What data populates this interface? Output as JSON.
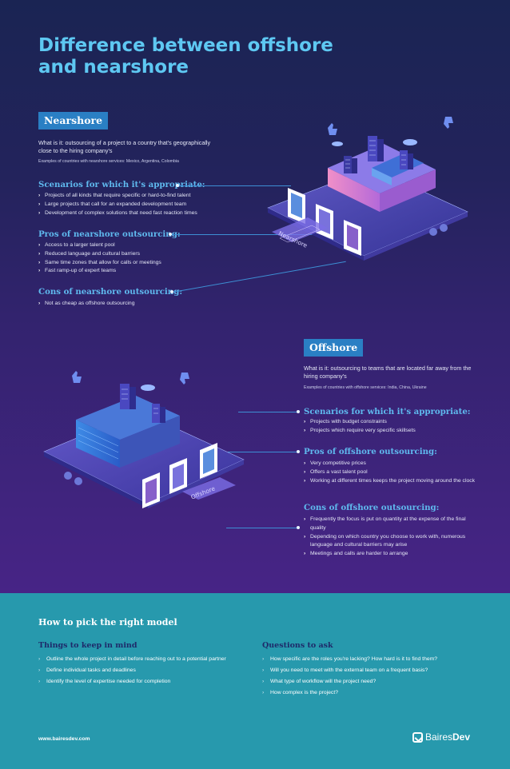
{
  "title": "Difference between offshore and nearshore",
  "nearshore": {
    "tag": "Nearshore",
    "definition": "What is it: outsourcing of a project to a country that's geographically close to the hiring company's",
    "examples": "Examples of countries with nearshore services: Mexico, Argentina, Colombia",
    "scenarios_heading": "Scenarios for which it's appropriate:",
    "scenarios": [
      "Projects of all kinds that require specific or hard-to-find talent",
      "Large projects that call for an expanded development team",
      "Development of complex solutions that need fast reaction times"
    ],
    "pros_heading": "Pros of nearshore outsourcing:",
    "pros": [
      "Access to a larger talent pool",
      "Reduced language and cultural barriers",
      "Same time zones that allow for calls or meetings",
      "Fast ramp-up of expert teams"
    ],
    "cons_heading": "Cons of nearshore outsourcing:",
    "cons": [
      "Not as cheap as offshore outsourcing"
    ],
    "platform_label": "Nearshore"
  },
  "offshore": {
    "tag": "Offshore",
    "definition": "What is it: outsourcing to teams that are located far away from the hiring company's",
    "examples": "Examples of countries with offshore services: India, China, Ukraine",
    "scenarios_heading": "Scenarios for which it's appropriate:",
    "scenarios": [
      "Projects with budget constraints",
      "Projects which require very specific skillsets"
    ],
    "pros_heading": "Pros of offshore outsourcing:",
    "pros": [
      "Very competitive prices",
      "Offers a vast talent pool",
      "Working at different times keeps the project moving around the clock"
    ],
    "cons_heading": "Cons of offshore outsourcing:",
    "cons": [
      "Frequently the focus is put on quantity at the expense of the final quality",
      "Depending on which country you choose to work with, numerous language and cultural barriers may arise",
      "Meetings and calls are harder to arrange"
    ],
    "platform_label": "Offshore"
  },
  "how_to": {
    "title": "How to pick the right model",
    "things_heading": "Things to keep in mind",
    "things": [
      "Outline the whole project in detail before reaching out to a potential partner",
      "Define individual tasks and deadlines",
      "Identify the level of expertise needed for completion"
    ],
    "questions_heading": "Questions to ask",
    "questions": [
      "How specific are the roles you're lacking? How hard is it to find them?",
      "Will you need to meet with the external team on a frequent basis?",
      "What type of workflow will the project need?",
      "How complex is the project?"
    ]
  },
  "footer": {
    "url": "www.bairesdev.com",
    "brand_light": "Baires",
    "brand_bold": "Dev"
  },
  "colors": {
    "title": "#5ec8f2",
    "tag": "#2a7fc4",
    "heading": "#5fb9ee",
    "bottom_bg": "#2799ad",
    "bottom_sub": "#1e2a6a"
  }
}
